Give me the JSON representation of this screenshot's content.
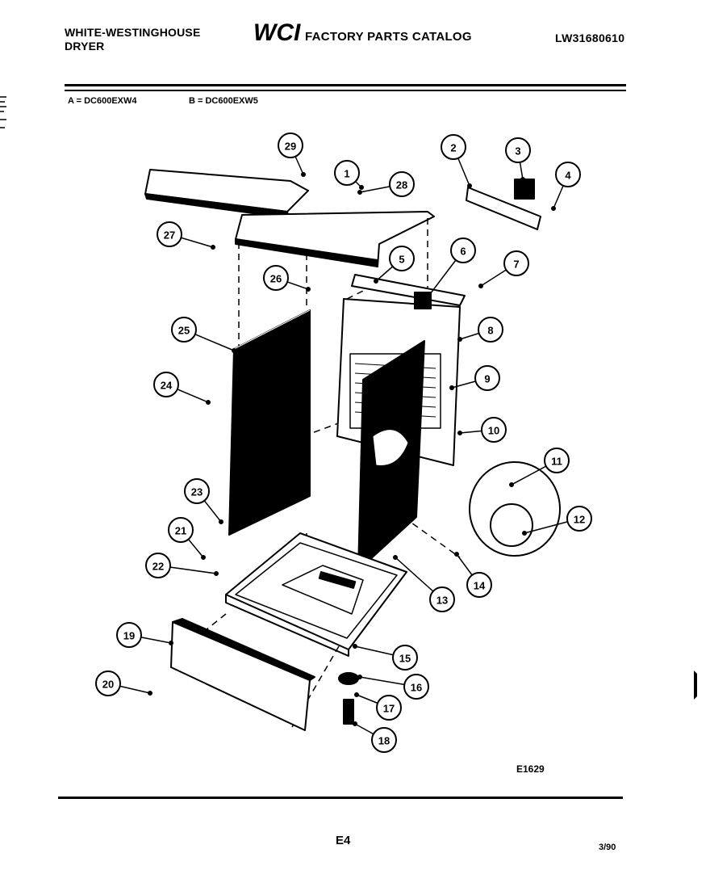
{
  "header": {
    "brand_line1": "WHITE-WESTINGHOUSE",
    "brand_line2": "DRYER",
    "logo_text": "WCI",
    "catalog_title": "FACTORY PARTS CATALOG",
    "doc_number": "LW31680610"
  },
  "models": {
    "a": "A = DC600EXW4",
    "b": "B = DC600EXW5"
  },
  "diagram": {
    "callouts": [
      "1",
      "2",
      "3",
      "4",
      "5",
      "6",
      "7",
      "8",
      "9",
      "10",
      "11",
      "12",
      "13",
      "14",
      "15",
      "16",
      "17",
      "18",
      "19",
      "20",
      "21",
      "22",
      "23",
      "24",
      "25",
      "26",
      "27",
      "28",
      "29"
    ]
  },
  "footer": {
    "figure_code": "E1629",
    "page_code": "E4",
    "date": "3/90"
  }
}
